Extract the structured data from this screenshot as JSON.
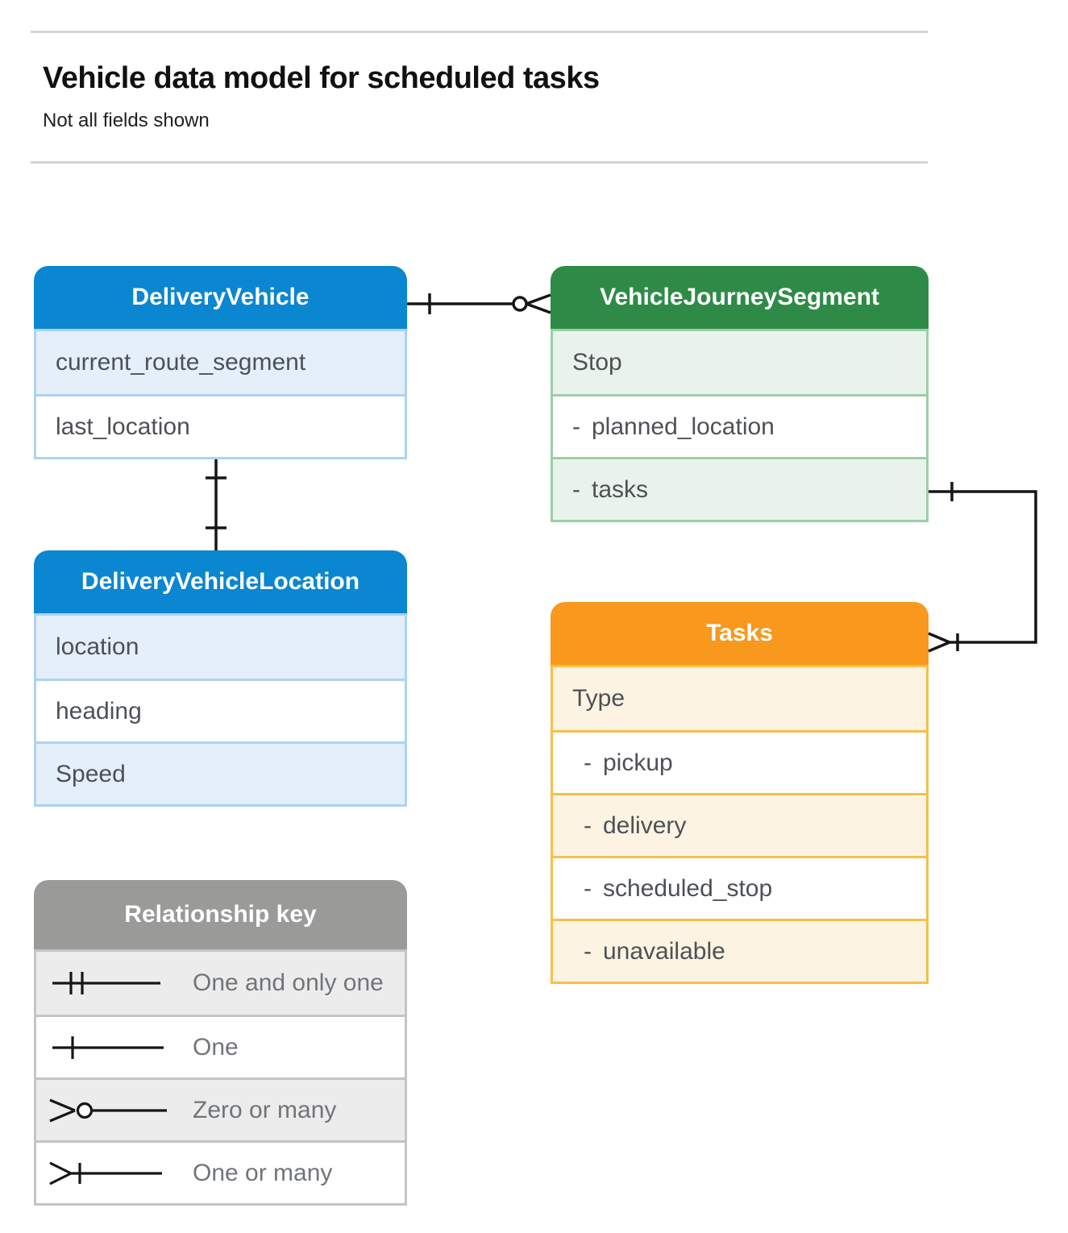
{
  "page": {
    "title": "Vehicle data model for scheduled tasks",
    "subtitle": "Not all fields shown"
  },
  "glyphs": {
    "dash": "-"
  },
  "colors": {
    "blue-header": "#0b86d1",
    "blue-tint": "#e4eff9",
    "blue-border": "#abd3f2",
    "green-header": "#2e8b47",
    "green-tint": "#e9f3eb",
    "green-border": "#9ccfa6",
    "orange-header": "#f8981d",
    "orange-tint": "#fdf3e2",
    "orange-border": "#f5c049",
    "gray-header": "#9a9a99",
    "gray-tint": "#ececec",
    "gray-border": "#c4c4c4",
    "header-text": "#ffffff",
    "field-text": "#4d5156",
    "legend-text": "#717579",
    "title-text": "#111111",
    "connector": "#161616",
    "rule": "#d4d4d4"
  },
  "entities": {
    "delivery_vehicle": {
      "title": "DeliveryVehicle",
      "fields": [
        {
          "label": "current_route_segment"
        },
        {
          "label": "last_location"
        }
      ]
    },
    "vehicle_journey_segment": {
      "title": "VehicleJourneySegment",
      "fields": [
        {
          "label": "Stop"
        },
        {
          "label": "planned_location",
          "dashed": true
        },
        {
          "label": "tasks",
          "dashed": true
        }
      ]
    },
    "delivery_vehicle_location": {
      "title": "DeliveryVehicleLocation",
      "fields": [
        {
          "label": "location"
        },
        {
          "label": "heading"
        },
        {
          "label": "Speed"
        }
      ]
    },
    "tasks": {
      "title": "Tasks",
      "fields": [
        {
          "label": "Type"
        },
        {
          "label": "pickup",
          "dashed": true
        },
        {
          "label": "delivery",
          "dashed": true
        },
        {
          "label": "scheduled_stop",
          "dashed": true
        },
        {
          "label": "unavailable",
          "dashed": true
        }
      ]
    }
  },
  "relationships": [
    {
      "from": "DeliveryVehicle",
      "to": "VehicleJourneySegment",
      "from_cardinality": "one",
      "to_cardinality": "zero or many"
    },
    {
      "from": "DeliveryVehicle",
      "to": "DeliveryVehicleLocation",
      "from_cardinality": "one",
      "to_cardinality": "one"
    },
    {
      "from": "VehicleJourneySegment.tasks",
      "to": "Tasks",
      "from_cardinality": "one",
      "to_cardinality": "one or many"
    }
  ],
  "legend": {
    "title": "Relationship key",
    "items": [
      {
        "symbol": "one-and-only-one",
        "label": "One and only one"
      },
      {
        "symbol": "one",
        "label": "One"
      },
      {
        "symbol": "zero-or-many",
        "label": "Zero or many"
      },
      {
        "symbol": "one-or-many",
        "label": "One or many"
      }
    ]
  }
}
